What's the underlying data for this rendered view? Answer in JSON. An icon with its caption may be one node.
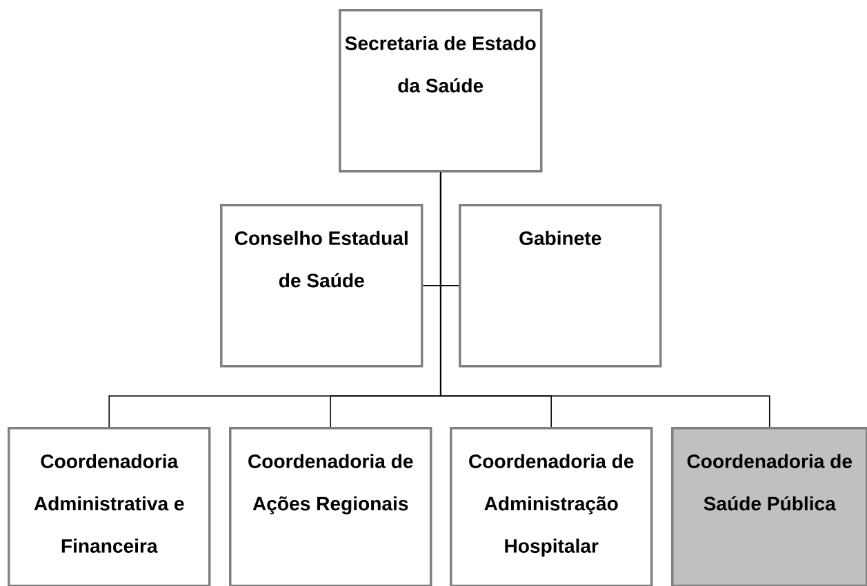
{
  "diagram": {
    "nodes": [
      {
        "text": [
          "Secretaria de Estado da Saúde"
        ]
      },
      {
        "text": [
          "Conselho Estadual de Saúde"
        ]
      },
      {
        "text": [
          "Gabinete"
        ]
      },
      {
        "text": [
          "Coordenadoria Administrativa e Financeira"
        ]
      },
      {
        "text": [
          "Coordenadoria de Ações Regionais"
        ]
      },
      {
        "text": [
          "Coordenadoria de Administração Hospitalar"
        ]
      },
      {
        "text": [
          "Coordenadoria de Saúde Pública"
        ]
      }
    ],
    "edges": [
      {
        "from": 0,
        "to": 1,
        "arrow": "none"
      },
      {
        "from": 0,
        "to": 2,
        "arrow": "none"
      },
      {
        "from": 0,
        "to": 3,
        "arrow": "none"
      },
      {
        "from": 0,
        "to": 4,
        "arrow": "none"
      },
      {
        "from": 0,
        "to": 5,
        "arrow": "none"
      },
      {
        "from": 0,
        "to": 6,
        "arrow": "none"
      }
    ]
  }
}
